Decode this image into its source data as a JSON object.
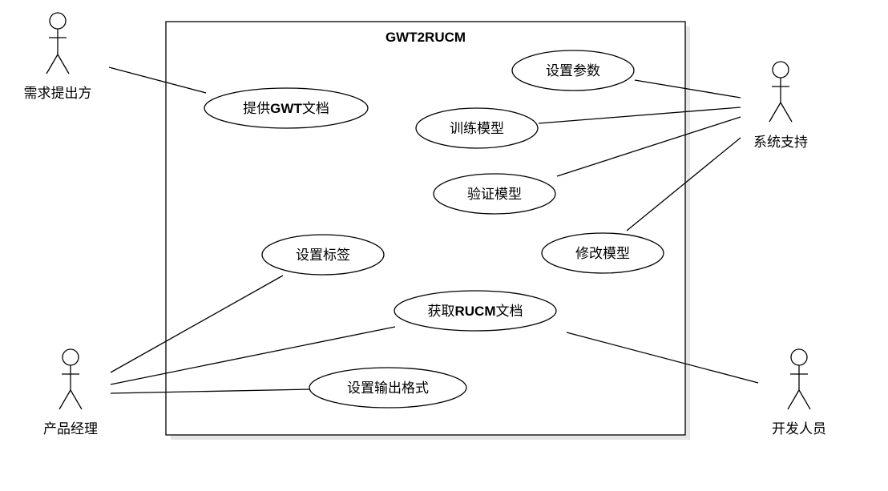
{
  "system": {
    "title": "GWT2RUCM"
  },
  "actors": [
    {
      "id": "requirements-provider",
      "label": "需求提出方"
    },
    {
      "id": "system-support",
      "label": "系统支持"
    },
    {
      "id": "product-manager",
      "label": "产品经理"
    },
    {
      "id": "developer",
      "label": "开发人员"
    }
  ],
  "use_cases": [
    {
      "id": "set-parameters",
      "parts": [
        "设置参数"
      ]
    },
    {
      "id": "provide-gwt-doc",
      "parts": [
        "提供",
        "GWT",
        "文档"
      ]
    },
    {
      "id": "train-model",
      "parts": [
        "训练模型"
      ]
    },
    {
      "id": "validate-model",
      "parts": [
        "验证模型"
      ]
    },
    {
      "id": "set-labels",
      "parts": [
        "设置标签"
      ]
    },
    {
      "id": "modify-model",
      "parts": [
        "修改模型"
      ]
    },
    {
      "id": "get-rucm-doc",
      "parts": [
        "获取",
        "RUCM",
        "文档"
      ]
    },
    {
      "id": "set-output-format",
      "parts": [
        "设置输出格式"
      ]
    }
  ],
  "associations": [
    {
      "from": "requirements-provider",
      "to": "provide-gwt-doc"
    },
    {
      "from": "system-support",
      "to": "set-parameters"
    },
    {
      "from": "system-support",
      "to": "train-model"
    },
    {
      "from": "system-support",
      "to": "validate-model"
    },
    {
      "from": "system-support",
      "to": "modify-model"
    },
    {
      "from": "product-manager",
      "to": "set-labels"
    },
    {
      "from": "product-manager",
      "to": "get-rucm-doc"
    },
    {
      "from": "product-manager",
      "to": "set-output-format"
    },
    {
      "from": "developer",
      "to": "get-rucm-doc"
    }
  ]
}
